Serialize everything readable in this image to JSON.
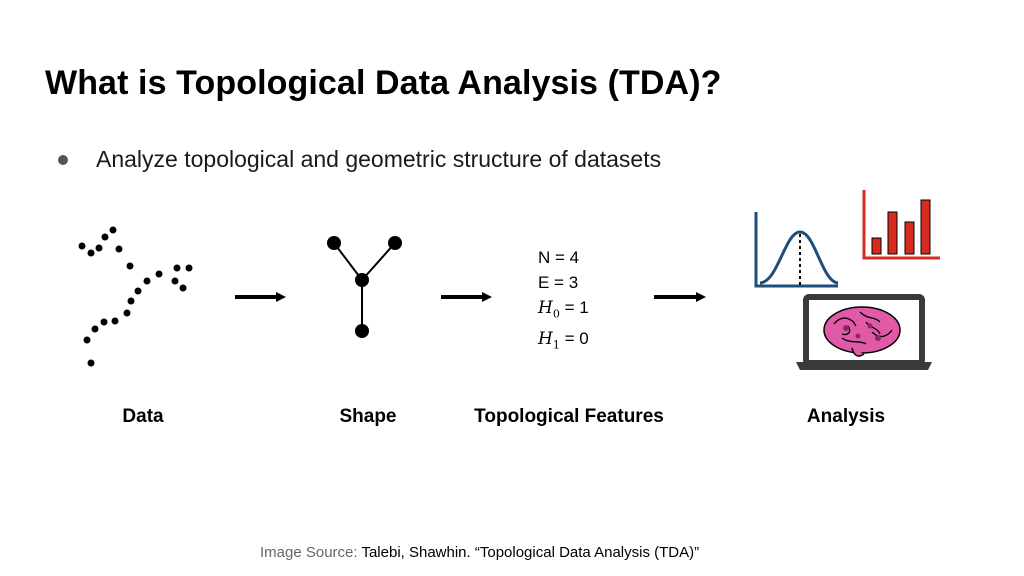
{
  "slide": {
    "title": "What is Topological Data Analysis (TDA)?",
    "bullet": "Analyze topological and geometric structure of datasets"
  },
  "diagram": {
    "stages": [
      {
        "id": "data",
        "label": "Data"
      },
      {
        "id": "shape",
        "label": "Shape"
      },
      {
        "id": "features",
        "label": "Topological Features"
      },
      {
        "id": "analysis",
        "label": "Analysis"
      }
    ],
    "features": {
      "n_line": "N = 4",
      "e_line": "E = 3",
      "h0_value": "= 1",
      "h1_value": "= 0",
      "h_symbol": "H",
      "h0_sub": "0",
      "h1_sub": "1"
    },
    "colors": {
      "normal_curve": "#1f4e79",
      "bar_chart": "#d72b1f",
      "brain": "#e05aa8",
      "laptop": "#3a3a3a",
      "arrow": "#000000"
    }
  },
  "source": {
    "prefix": "Image Source: ",
    "citation": "Talebi, Shawhin. “Topological Data Analysis (TDA)”"
  }
}
